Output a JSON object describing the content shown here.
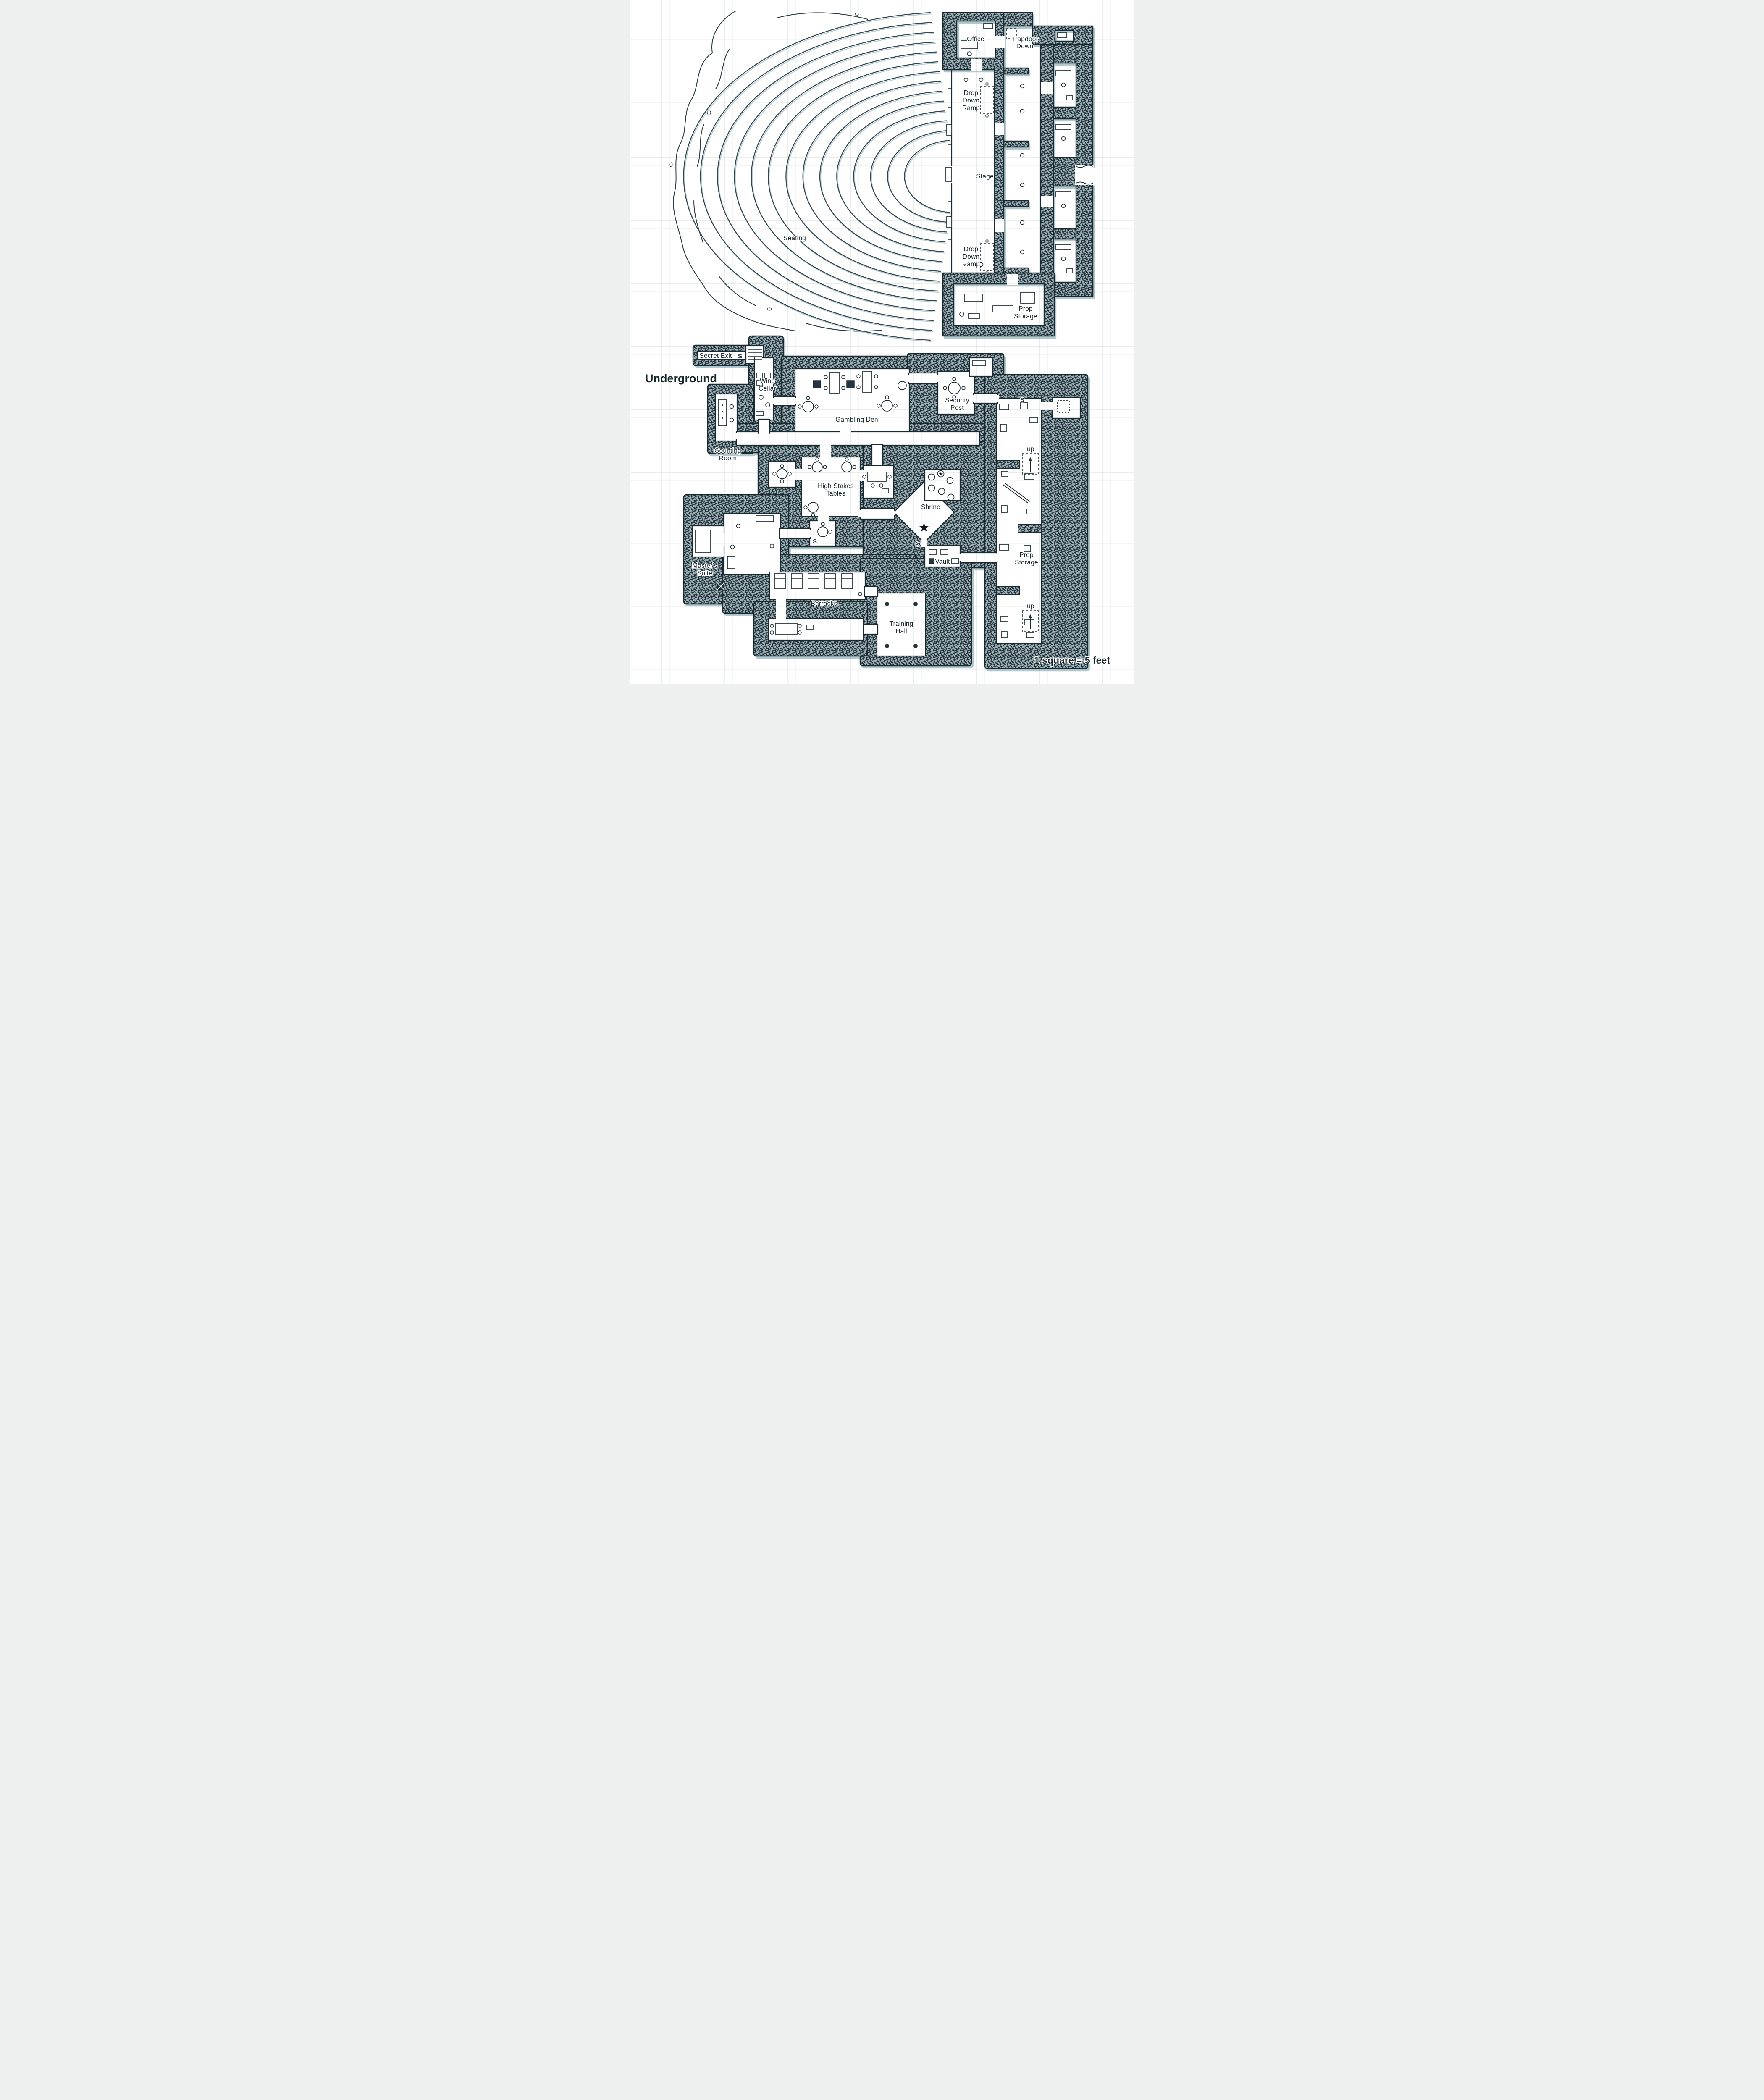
{
  "colors": {
    "ink": "#1b2a32",
    "wall_fill": "#9db1b7",
    "shadow": "#7da4ac",
    "grid_line": "#d4dadd",
    "paper": "#ffffff"
  },
  "icons": {
    "star": "★"
  },
  "surface": {
    "labels": {
      "office": "Office",
      "trapdoor_1": "Trapdoor",
      "trapdoor_2": "Down",
      "ramp_top_1": "Drop",
      "ramp_top_2": "Down",
      "ramp_top_3": "Ramp",
      "stage": "Stage",
      "seating": "Seating",
      "ramp_bot_1": "Drop",
      "ramp_bot_2": "Down",
      "ramp_bot_3": "Ramp",
      "prop_1": "Prop",
      "prop_2": "Storage"
    }
  },
  "underground": {
    "title": "Underground",
    "labels": {
      "secret_exit": "Secret Exit",
      "wine_1": "Wine",
      "wine_2": "Cellar",
      "counting_1": "Counting",
      "counting_2": "Room",
      "gambling": "Gambling Den",
      "security_1": "Security",
      "security_2": "Post",
      "high_1": "High Stakes",
      "high_2": "Tables",
      "shrine": "Shrine",
      "vault": "Vault",
      "masters_1": "Master's",
      "masters_2": "Suite",
      "prop_1": "Prop",
      "prop_2": "Storage",
      "barracks": "Barracks",
      "training_1": "Training",
      "training_2": "Hall",
      "up_north": "up",
      "up_south": "up",
      "s_secret": "S",
      "s_wing": "S",
      "s_center": "S",
      "s_vault": "S"
    }
  },
  "legend": {
    "scale_note": "1 square = 5 feet"
  }
}
